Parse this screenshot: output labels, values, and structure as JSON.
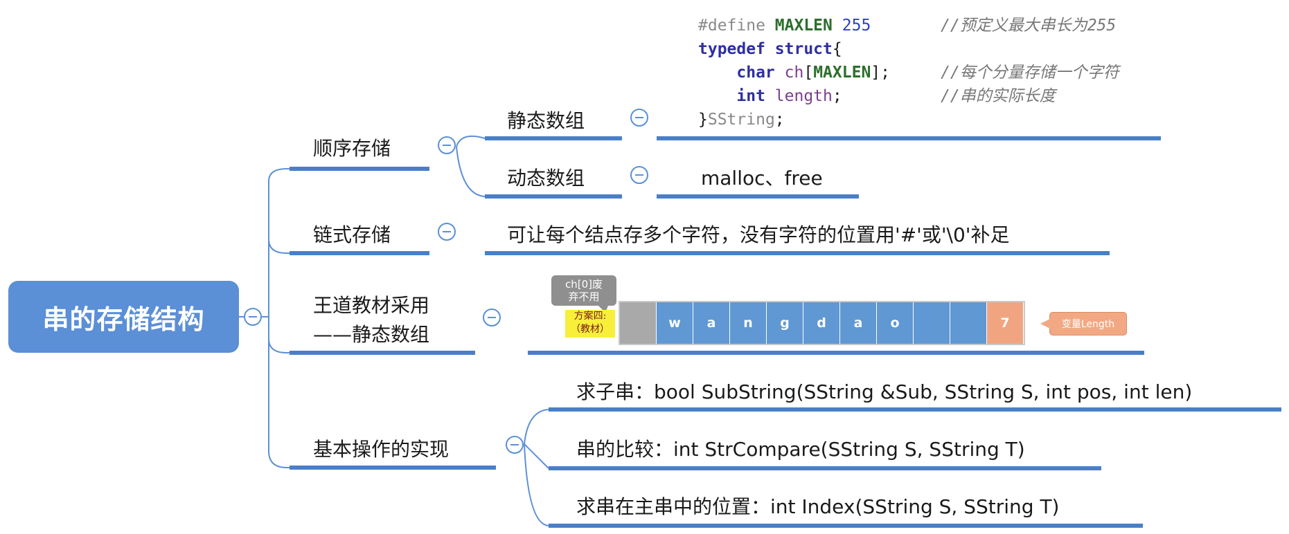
{
  "root": {
    "label": "串的存储结构"
  },
  "branches": {
    "sequential": {
      "label": "顺序存储",
      "static_array": {
        "label": "静态数组",
        "code": {
          "line1": {
            "directive": "#define",
            "macro": "MAXLEN",
            "value": "255",
            "comment": "//预定义最大串长为255"
          },
          "line2": {
            "kw1": "typedef",
            "kw2": "struct",
            "brace": "{"
          },
          "line3": {
            "type": "char",
            "name": "ch",
            "open": "[",
            "macro": "MAXLEN",
            "close": "];",
            "comment": "//每个分量存储一个字符"
          },
          "line4": {
            "type": "int",
            "name": "length",
            "semi": ";",
            "comment": "//串的实际长度"
          },
          "line5": {
            "brace": "}",
            "name": "SString",
            "semi": ";"
          }
        }
      },
      "dynamic_array": {
        "label": "动态数组",
        "text": "malloc、free"
      }
    },
    "linked": {
      "label": "链式存储",
      "text": "可让每个结点存多个字符，没有字符的位置用'#'或'\\0'补足"
    },
    "textbook": {
      "label_line1": "王道教材采用",
      "label_line2": "——静态数组",
      "callout_ch0_line1": "ch[0]废",
      "callout_ch0_line2": "弃不用",
      "scheme_line1": "方案四:",
      "scheme_line2": "（教材）",
      "cells": [
        "",
        "w",
        "a",
        "n",
        "g",
        "d",
        "a",
        "o",
        "",
        "",
        "7"
      ],
      "length_label": "变量Length"
    },
    "operations": {
      "label": "基本操作的实现",
      "items": [
        "求子串：bool SubString(SString &Sub, SString S, int pos, int len)",
        "串的比较：int StrCompare(SString S, SString T)",
        "求串在主串中的位置：int Index(SString S, SString T)"
      ]
    }
  },
  "colors": {
    "accent": "#5b8fd6",
    "line": "#4a7fc8",
    "cell": "#5f98d3",
    "length_cell": "#f0a580",
    "unused_cell": "#a9a9a9"
  }
}
